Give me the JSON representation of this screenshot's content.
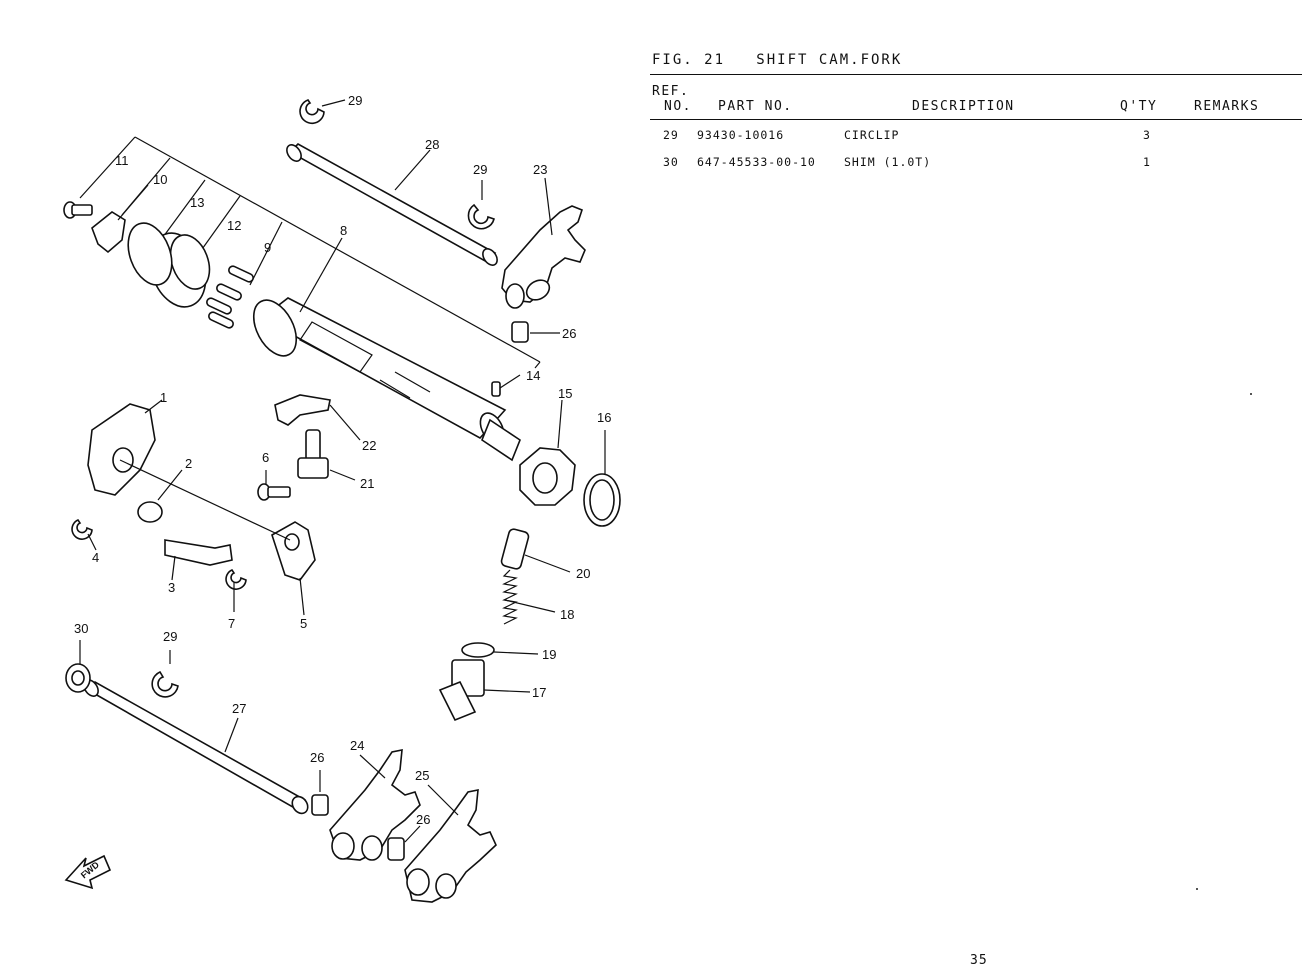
{
  "figure": {
    "title": "FIG. 21   SHIFT CAM.FORK"
  },
  "table": {
    "headers": {
      "ref_line1": "REF.",
      "ref_line2": "NO.",
      "part_no": "PART NO.",
      "description": "DESCRIPTION",
      "qty": "Q'TY",
      "remarks": "REMARKS"
    },
    "rows": [
      {
        "ref": "29",
        "part_no": "93430-10016",
        "description": "CIRCLIP",
        "qty": "3",
        "remarks": ""
      },
      {
        "ref": "30",
        "part_no": "647-45533-00-10",
        "description": "SHIM (1.0T)",
        "qty": "1",
        "remarks": ""
      }
    ]
  },
  "diagram": {
    "callouts": [
      "1",
      "2",
      "3",
      "4",
      "5",
      "6",
      "7",
      "8",
      "9",
      "10",
      "11",
      "12",
      "13",
      "14",
      "15",
      "16",
      "17",
      "18",
      "19",
      "20",
      "21",
      "22",
      "23",
      "24",
      "25",
      "26",
      "26",
      "26",
      "27",
      "28",
      "29",
      "29",
      "29",
      "30"
    ],
    "fwd_label": "FWD"
  },
  "page_number": "35"
}
